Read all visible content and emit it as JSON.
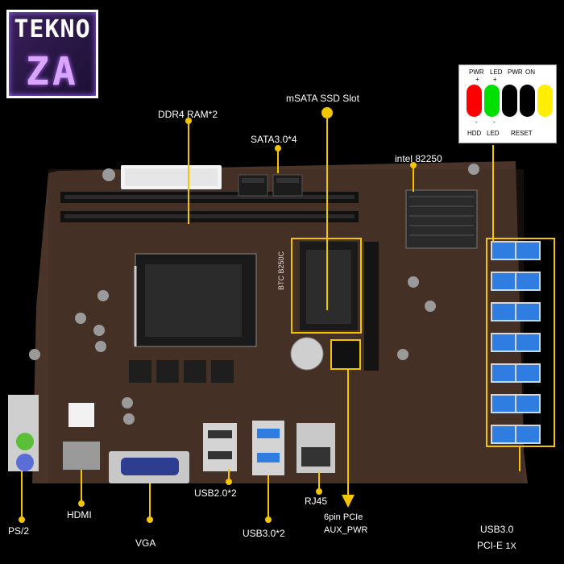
{
  "logo": {
    "line1": "TEKNO",
    "line2": "ZA"
  },
  "front_panel": {
    "top_labels": [
      "PWR",
      "LED",
      "PWR",
      "ON"
    ],
    "plus_marks": [
      "+",
      "+"
    ],
    "minus_marks": [
      "-",
      "-"
    ],
    "bottom_labels": [
      "HDD",
      "LED",
      "RESET"
    ],
    "pin_colors": [
      "#ff0000",
      "#00e000",
      "#000000",
      "#000000",
      "#ffee00"
    ]
  },
  "labels": {
    "ddr4": "DDR4 RAM*2",
    "msata": "mSATA SSD Slot",
    "sata": "SATA3.0*4",
    "intel": "intel 82250",
    "usb2": "USB2.0*2",
    "rj45": "RJ45",
    "pcie_line1": "6pin PCIe",
    "pcie_line2": "AUX_PWR",
    "hdmi": "HDMI",
    "ps2": "PS/2",
    "vga": "VGA",
    "usb3": "USB3.0*2",
    "usb3_right": "USB3.0",
    "pcie_x1": "PCI-E",
    "pcie_x1_suffix": "1X"
  },
  "board": {
    "silkscreen": "BTC B250C"
  },
  "colors": {
    "accent": "#f5c400",
    "board": "#4a3328",
    "usb_blue": "#2f7de0"
  }
}
